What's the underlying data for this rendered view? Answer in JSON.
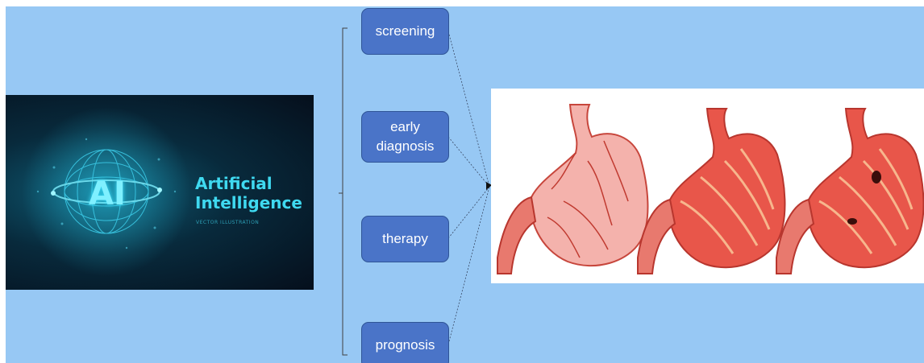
{
  "ai_image": {
    "monogram": "AI",
    "title_line1": "Artificial",
    "title_line2": "Intelligence",
    "caption": "VECTOR ILLUSTRATION"
  },
  "tasks": [
    {
      "label": "screening"
    },
    {
      "label": "early diagnosis"
    },
    {
      "label": "therapy"
    },
    {
      "label": "prognosis"
    }
  ],
  "stomach_image": {
    "stages": [
      "normal-stomach",
      "inflamed-stomach",
      "ulcerated-stomach"
    ]
  },
  "colors": {
    "background": "#97c8f4",
    "box_fill": "#4a74c8",
    "box_border": "#2f5597",
    "ai_accent": "#3fd9f0",
    "stomach_red": "#e8564a"
  }
}
